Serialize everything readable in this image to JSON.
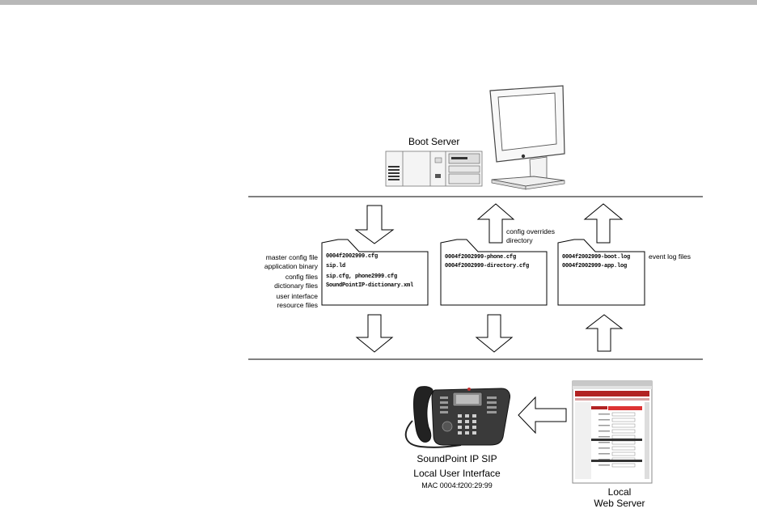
{
  "boot_server": {
    "label": "Boot Server"
  },
  "left_labels": {
    "master_config": "master config file",
    "app_binary": "application binary",
    "config_files": "config files",
    "dictionary_files": "dictionary files",
    "ui_resource_1": "user interface",
    "ui_resource_2": "resource files"
  },
  "folder1": {
    "line1": "0004f2002999.cfg",
    "line2": "sip.ld",
    "line3": "sip.cfg, phone2999.cfg",
    "line4": "SoundPointIP-dictionary.xml"
  },
  "folder2": {
    "line1": "0004f2002999-phone.cfg",
    "line2": "0004f2002999-directory.cfg"
  },
  "folder3": {
    "line1": "0004f2002999-boot.log",
    "line2": "0004f2002999-app.log"
  },
  "config_overrides": {
    "line1": "config overrides",
    "line2": "directory"
  },
  "event_log": {
    "label": "event log files"
  },
  "phone": {
    "title": "SoundPoint IP SIP",
    "subtitle": "Local User Interface",
    "mac": "MAC 0004:f200:29:99"
  },
  "web_server": {
    "line1": "Local",
    "line2": "Web Server"
  }
}
